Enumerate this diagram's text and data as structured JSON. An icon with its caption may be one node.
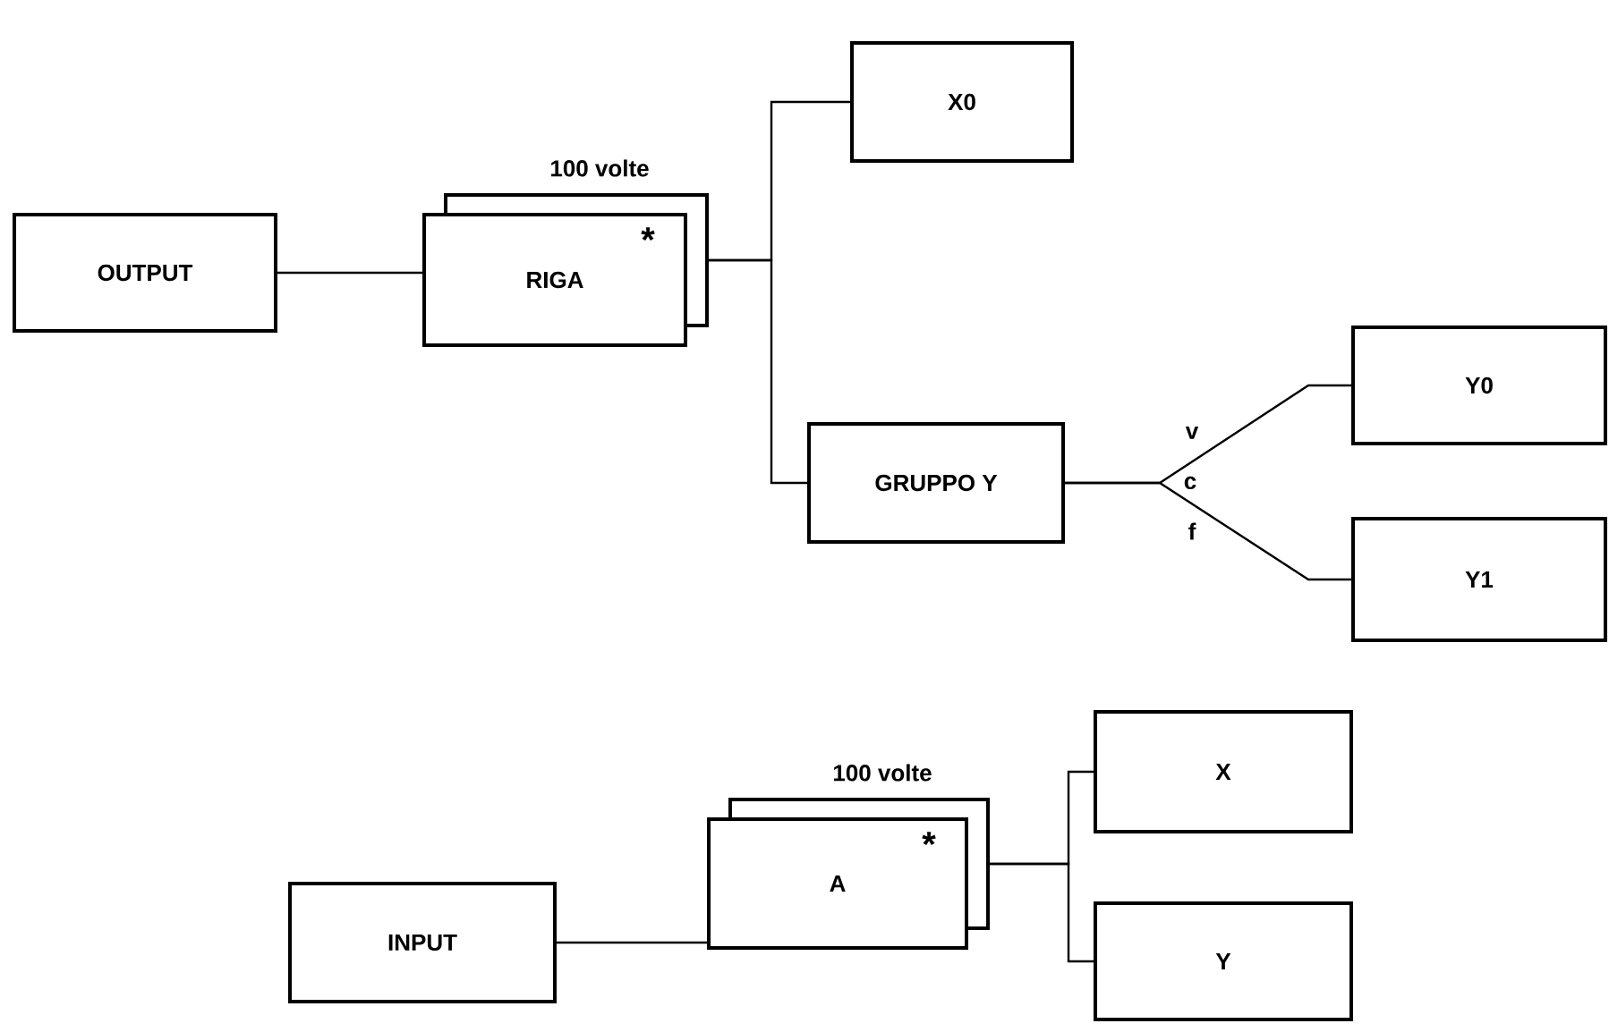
{
  "diagram": {
    "nodes": [
      {
        "text": [
          "OUTPUT"
        ]
      },
      {
        "text": [
          "RIGA",
          "*"
        ],
        "beside": [
          "100 volte"
        ]
      },
      {
        "text": [
          "X0"
        ]
      },
      {
        "text": [
          "GRUPPO Y"
        ]
      },
      {
        "text": [
          "Y0"
        ]
      },
      {
        "text": [
          "Y1"
        ]
      },
      {
        "text": [
          "INPUT"
        ]
      },
      {
        "text": [
          "A",
          "*"
        ],
        "beside": [
          "100 volte"
        ]
      },
      {
        "text": [
          "X"
        ]
      },
      {
        "text": [
          "Y"
        ]
      }
    ],
    "edges": [
      {
        "from": 0,
        "to": 1,
        "arrow": "none"
      },
      {
        "from": 1,
        "to": 2,
        "arrow": "none"
      },
      {
        "from": 1,
        "to": 3,
        "arrow": "none"
      },
      {
        "from": 3,
        "to": 4,
        "arrow": "none",
        "label": "v"
      },
      {
        "from": 3,
        "to": 5,
        "arrow": "none",
        "label": "f"
      },
      {
        "from": 6,
        "to": 7,
        "arrow": "none"
      },
      {
        "from": 7,
        "to": 8,
        "arrow": "none"
      },
      {
        "from": 7,
        "to": 9,
        "arrow": "none"
      }
    ],
    "labels": [
      "c"
    ]
  }
}
